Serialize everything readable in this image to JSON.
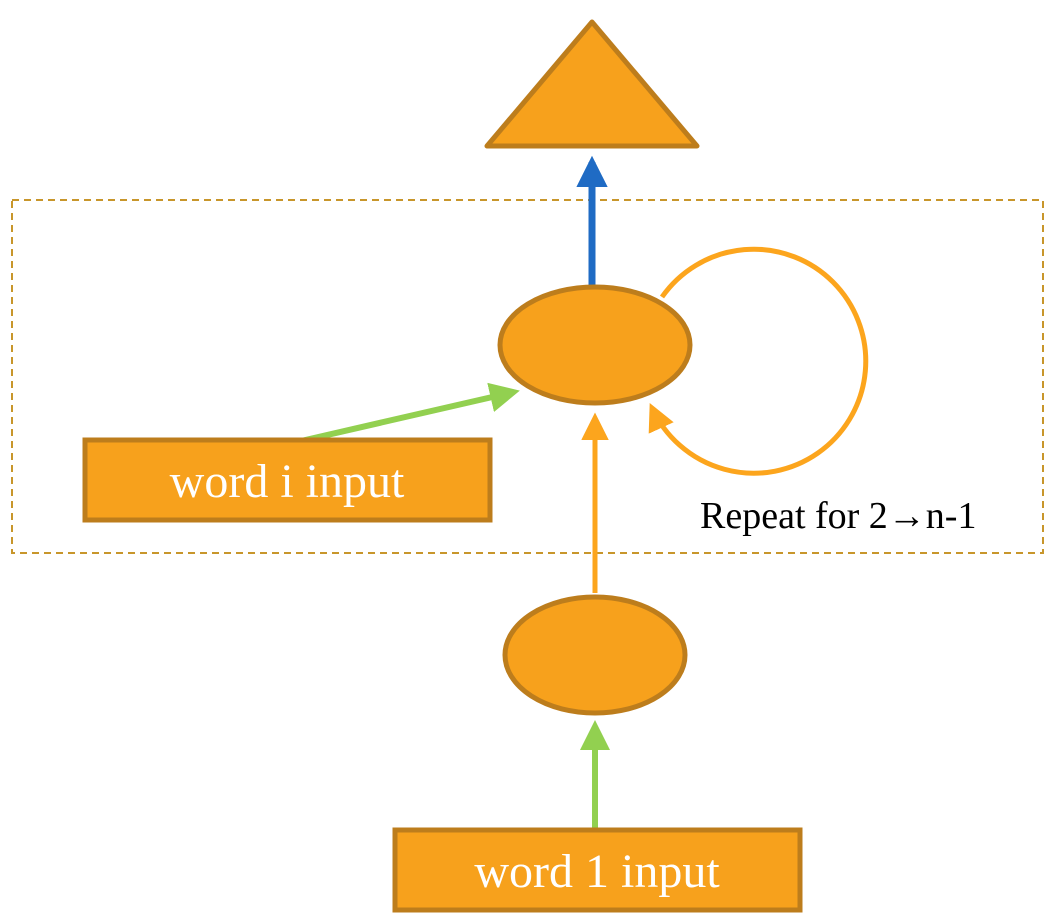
{
  "diagram": {
    "labels": {
      "word_i_input": "word i input",
      "word_1_input": "word 1 input",
      "repeat_note": "Repeat for 2→n-1"
    },
    "colors": {
      "shape_fill": "#F7A11C",
      "shape_stroke": "#BD7D1C",
      "dashed_border": "#C8962B",
      "arrow_blue": "#1F6BC4",
      "arrow_green": "#92D050",
      "arrow_orange": "#FCA51D",
      "box_label_text": "#FFFFFF",
      "note_text": "#000000"
    }
  }
}
